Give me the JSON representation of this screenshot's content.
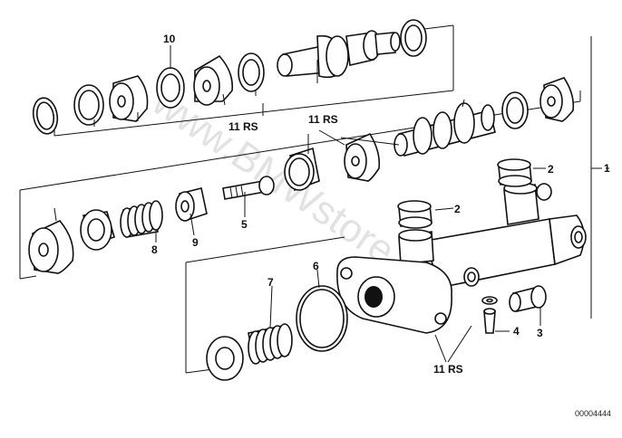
{
  "labels": {
    "l1": "1",
    "l2a": "2",
    "l2b": "2",
    "l3": "3",
    "l4": "4",
    "l5": "5",
    "l6": "6",
    "l7": "7",
    "l8": "8",
    "l9": "9",
    "l10": "10",
    "rs1": "11 RS",
    "rs2": "11 RS",
    "rs3": "11 RS"
  },
  "catalog_number": "00004444",
  "watermark": "www.BMWstore.nl"
}
